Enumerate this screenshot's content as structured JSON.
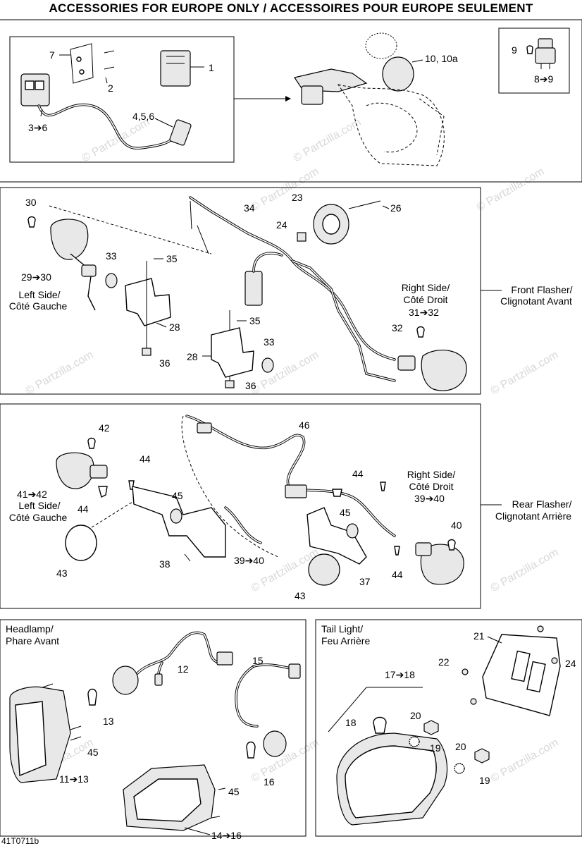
{
  "title": "ACCESSORIES FOR EUROPE ONLY / ACCESSOIRES POUR EUROPE SEULEMENT",
  "code": "41T0711b",
  "watermark": "© Partzilla.com",
  "sections": {
    "accessories": {
      "labels": [
        "7",
        "1",
        "2",
        "3➔6",
        "4,5,6",
        "10, 10a",
        "9",
        "8➔9"
      ]
    },
    "front_flasher": {
      "title_en": "Front Flasher/",
      "title_fr": "Clignotant Avant",
      "left_en": "Left Side/",
      "left_fr": "Côté Gauche",
      "right_en": "Right Side/",
      "right_fr": "Côté Droit",
      "labels": [
        "30",
        "34",
        "23",
        "26",
        "24",
        "33",
        "35",
        "29➔30",
        "28",
        "36",
        "31➔32",
        "32",
        "35",
        "33",
        "28",
        "36"
      ]
    },
    "rear_flasher": {
      "title_en": "Rear Flasher/",
      "title_fr": "Clignotant Arrière",
      "left_en": "Left Side/",
      "left_fr": "Côté Gauche",
      "right_en": "Right Side/",
      "right_fr": "Côté Droit",
      "labels": [
        "42",
        "46",
        "44",
        "44",
        "41➔42",
        "45",
        "44",
        "39➔40",
        "40",
        "45",
        "43",
        "38",
        "39➔40",
        "37",
        "44",
        "43"
      ]
    },
    "headlamp": {
      "title_en": "Headlamp/",
      "title_fr": "Phare Avant",
      "labels": [
        "12",
        "15",
        "13",
        "45",
        "11➔13",
        "16",
        "45",
        "14➔16"
      ]
    },
    "tail_light": {
      "title_en": "Tail Light/",
      "title_fr": "Feu Arrière",
      "labels": [
        "21",
        "22",
        "24",
        "17➔18",
        "18",
        "20",
        "19",
        "20",
        "19"
      ]
    }
  }
}
